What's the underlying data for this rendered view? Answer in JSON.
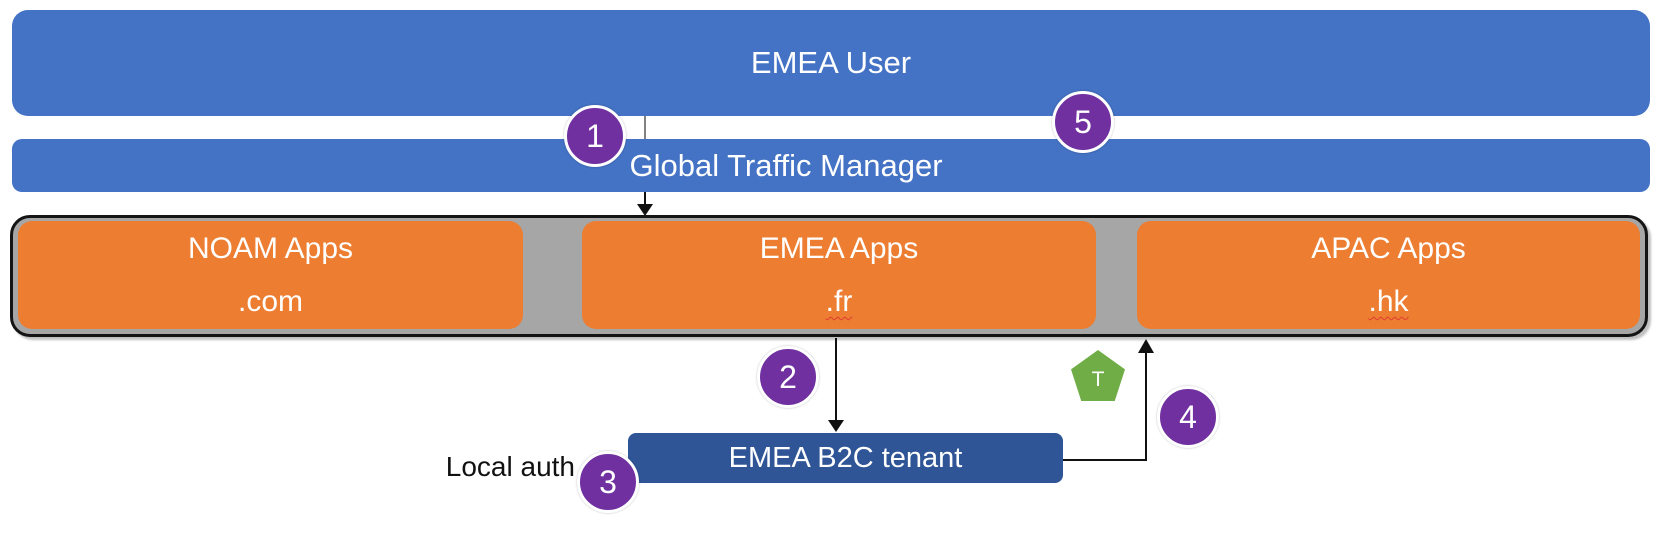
{
  "diagram": {
    "user_bar": {
      "label": "EMEA User"
    },
    "gtm_bar": {
      "label": "Global Traffic Manager"
    },
    "apps": [
      {
        "name": "NOAM Apps",
        "domain": ".com"
      },
      {
        "name": "EMEA Apps",
        "domain": ".fr"
      },
      {
        "name": "APAC Apps",
        "domain": ".hk"
      }
    ],
    "tenant": {
      "label": "EMEA B2C tenant"
    },
    "local_auth_label": "Local auth",
    "steps": [
      {
        "number": "1"
      },
      {
        "number": "2"
      },
      {
        "number": "3"
      },
      {
        "number": "4"
      },
      {
        "number": "5"
      }
    ],
    "token_badge": {
      "label": "T"
    }
  },
  "colors": {
    "bar_blue": "#4472C4",
    "app_orange": "#ED7D31",
    "container_gray": "#A6A6A6",
    "tenant_blue": "#2F5597",
    "step_purple": "#7030A0",
    "token_green": "#70AD47",
    "squiggle_red": "#E03C31"
  }
}
